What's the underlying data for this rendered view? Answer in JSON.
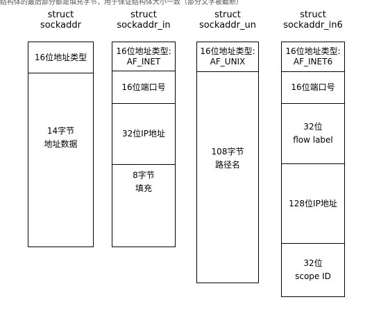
{
  "top_caption": "结构体的最后部分都是填充字节，用于保证结构体大小一致（部分文字被截断）",
  "columns": [
    {
      "title_line1": "struct",
      "title_line2": "sockaddr",
      "cells": [
        {
          "lines": [
            "16位地址类型"
          ]
        },
        {
          "lines": [
            "14字节",
            "地址数据"
          ]
        }
      ]
    },
    {
      "title_line1": "struct",
      "title_line2": "sockaddr_in",
      "cells": [
        {
          "lines": [
            "16位地址类型:",
            "AF_INET"
          ]
        },
        {
          "lines": [
            "16位端口号"
          ]
        },
        {
          "lines": [
            "32位IP地址"
          ]
        },
        {
          "lines": [
            "8字节",
            "填充"
          ]
        }
      ]
    },
    {
      "title_line1": "struct",
      "title_line2": "sockaddr_un",
      "cells": [
        {
          "lines": [
            "16位地址类型:",
            "AF_UNIX"
          ]
        },
        {
          "lines": [
            "108字节",
            "路径名"
          ]
        }
      ]
    },
    {
      "title_line1": "struct",
      "title_line2": "sockaddr_in6",
      "cells": [
        {
          "lines": [
            "16位地址类型:",
            "AF_INET6"
          ]
        },
        {
          "lines": [
            "16位端口号"
          ]
        },
        {
          "lines": [
            "32位",
            "flow label"
          ]
        },
        {
          "lines": [
            "128位IP地址"
          ]
        },
        {
          "lines": [
            "32位",
            "scope ID"
          ]
        }
      ]
    }
  ]
}
